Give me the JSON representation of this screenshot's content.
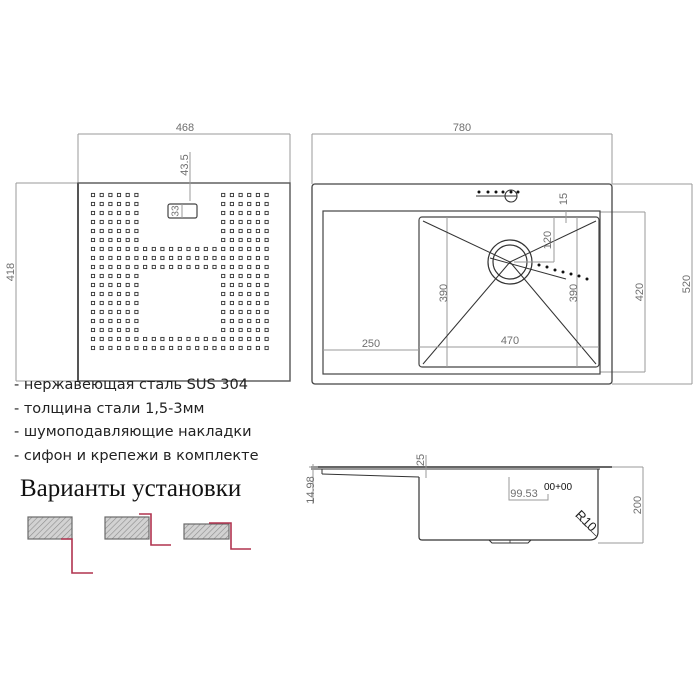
{
  "top_view_board": {
    "width_label": "468",
    "height_label": "418",
    "slot_offset_label": "43.5",
    "slot_size_label": "33"
  },
  "top_view_sink": {
    "overall_width_label": "780",
    "overall_depth_label": "520",
    "bowl_depth_outer_label": "420",
    "bowl_inner_left_depth_label": "390",
    "bowl_inner_right_depth_label": "390",
    "bowl_width_label": "470",
    "drainboard_width_label": "250",
    "drain_offset_label": "120",
    "rim_offset_label": "15"
  },
  "side_view": {
    "rim_label": "25",
    "slope_label": "14.98",
    "overflow_label": "99.53",
    "overflow_symbol": "00+00",
    "corner_radius_label": "R10",
    "bowl_height_label": "200"
  },
  "specs": [
    "- нержавеющая сталь SUS 304",
    "- толщина стали 1,5-3мм",
    "- шумоподавляющие накладки",
    "- сифон и крепежи в комплекте"
  ],
  "install": {
    "title": "Варианты установки",
    "variants": [
      "undermount",
      "flush-mount",
      "overmount"
    ]
  },
  "colors": {
    "line": "#333333",
    "dimension": "#8a8a8a",
    "installation_accent": "#b0334f",
    "hatch_fill": "#c8c8c8"
  }
}
